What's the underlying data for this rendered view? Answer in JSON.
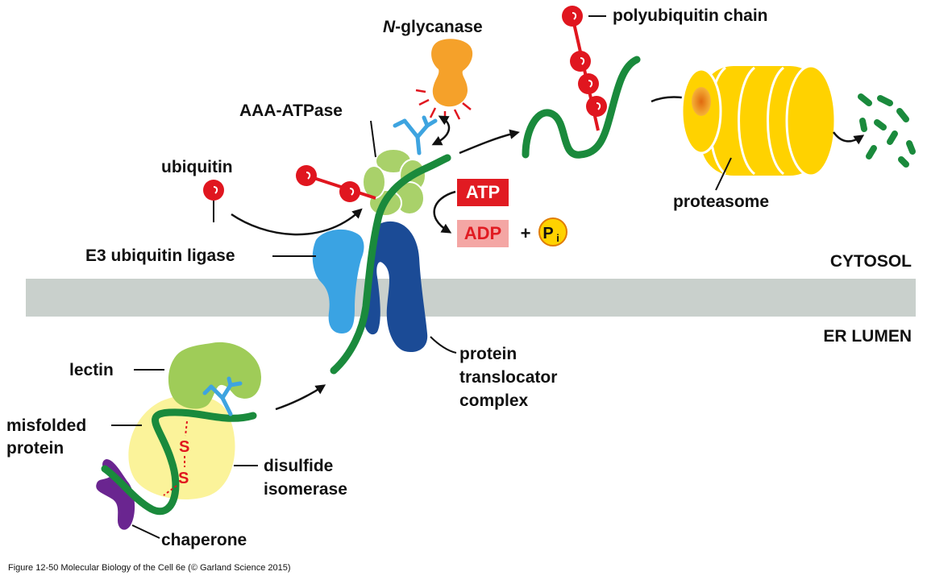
{
  "figure": {
    "caption": "Figure 12-50  Molecular Biology of the Cell 6e (© Garland Science 2015)"
  },
  "compartments": {
    "cytosol": "CYTOSOL",
    "er_lumen": "ER LUMEN"
  },
  "labels": {
    "n_glycanase_prefix": "N",
    "n_glycanase_rest": "-glycanase",
    "polyubiquitin_chain": "polyubiquitin chain",
    "aaa_atpase": "AAA-ATPase",
    "ubiquitin": "ubiquitin",
    "proteasome": "proteasome",
    "e3_ubiquitin_ligase": "E3 ubiquitin ligase",
    "protein_translocator_1": "protein",
    "protein_translocator_2": "translocator",
    "protein_translocator_3": "complex",
    "lectin": "lectin",
    "misfolded_protein_1": "misfolded",
    "misfolded_protein_2": "protein",
    "disulfide_isomerase_1": "disulfide",
    "disulfide_isomerase_2": "isomerase",
    "chaperone": "chaperone"
  },
  "energy": {
    "atp": "ATP",
    "adp": "ADP",
    "plus": "+",
    "pi_main": "P",
    "pi_sub": "i"
  },
  "disulfide": {
    "s1": "S",
    "s2": "S"
  },
  "colors": {
    "membrane": "#c9d0cc",
    "protein_chain": "#1a8a3c",
    "ubiquitin": "#e0161f",
    "lectin": "#9fcc58",
    "atpase": "#a9d16a",
    "e3_ligase": "#3aa3e3",
    "translocator": "#1b4b96",
    "isomerase": "#fbf39a",
    "chaperone": "#6a2590",
    "glycanase": "#f5a12a",
    "proteasome": "#ffd200",
    "oligosaccharide": "#3ea4e0",
    "atp_box": "#e11b22",
    "adp_box": "#f4a6a4",
    "pi_circle": "#ffd200"
  }
}
